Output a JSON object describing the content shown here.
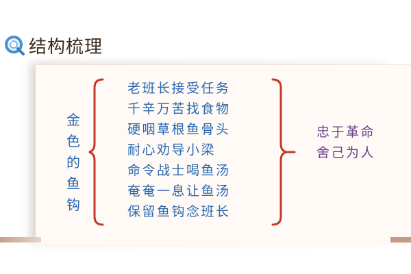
{
  "header": {
    "title": "结构梳理",
    "icon": "magnifier-q-icon"
  },
  "left_label": [
    "金",
    "色",
    "的",
    "鱼",
    "钩"
  ],
  "events": [
    "老班长接受任务",
    "千辛万苦找食物",
    "硬咽草根鱼骨头",
    "耐心劝导小梁",
    "命令战士喝鱼汤",
    "奄奄一息让鱼汤",
    "保留鱼钩念班长"
  ],
  "summary": [
    "忠于革命",
    "舍己为人"
  ],
  "colors": {
    "event_text": "#2a68b0",
    "summary_text": "#6b3d8a",
    "brace": "#c0392b",
    "icon_blue": "#4a8fd0"
  }
}
